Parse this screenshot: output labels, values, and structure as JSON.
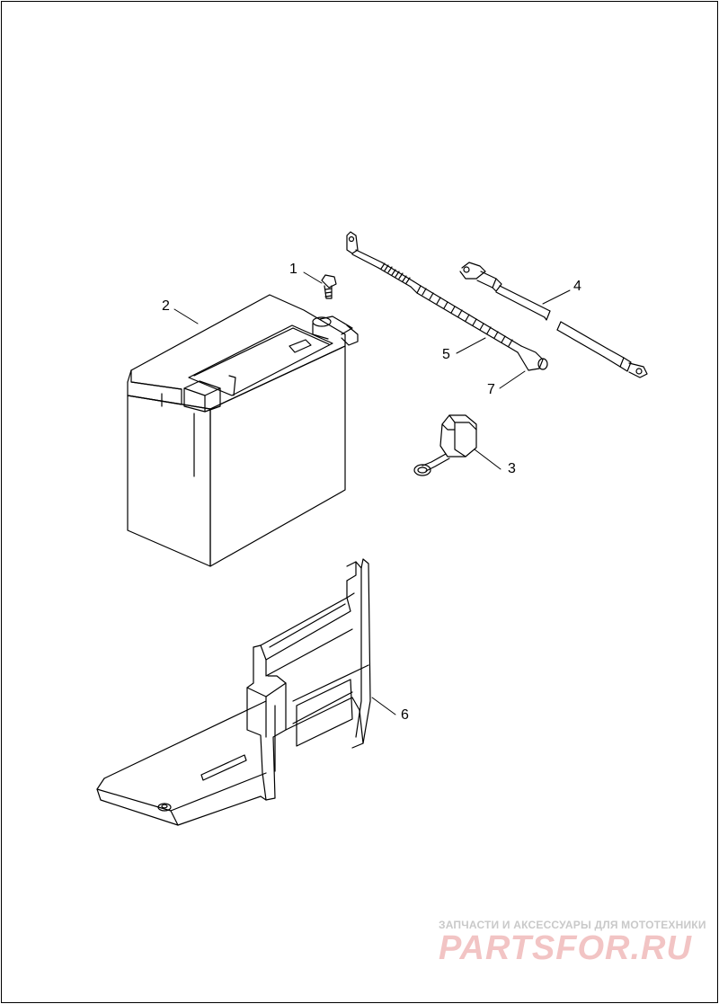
{
  "callouts": [
    {
      "id": "1",
      "part": "screw"
    },
    {
      "id": "2",
      "part": "battery"
    },
    {
      "id": "3",
      "part": "terminal-cover"
    },
    {
      "id": "4",
      "part": "ground-cable"
    },
    {
      "id": "5",
      "part": "positive-cable"
    },
    {
      "id": "6",
      "part": "battery-tray-bracket"
    },
    {
      "id": "7",
      "part": "cable-end-boot"
    }
  ],
  "watermark": {
    "tagline": "ЗАПЧАСТИ И АКСЕССУАРЫ ДЛЯ МОТОТЕХНИКИ",
    "brand": "PARTSFOR.RU"
  },
  "colors": {
    "line": "#000000",
    "watermark_text": "#c9c9c9",
    "watermark_brand": "#f2c4c4"
  }
}
